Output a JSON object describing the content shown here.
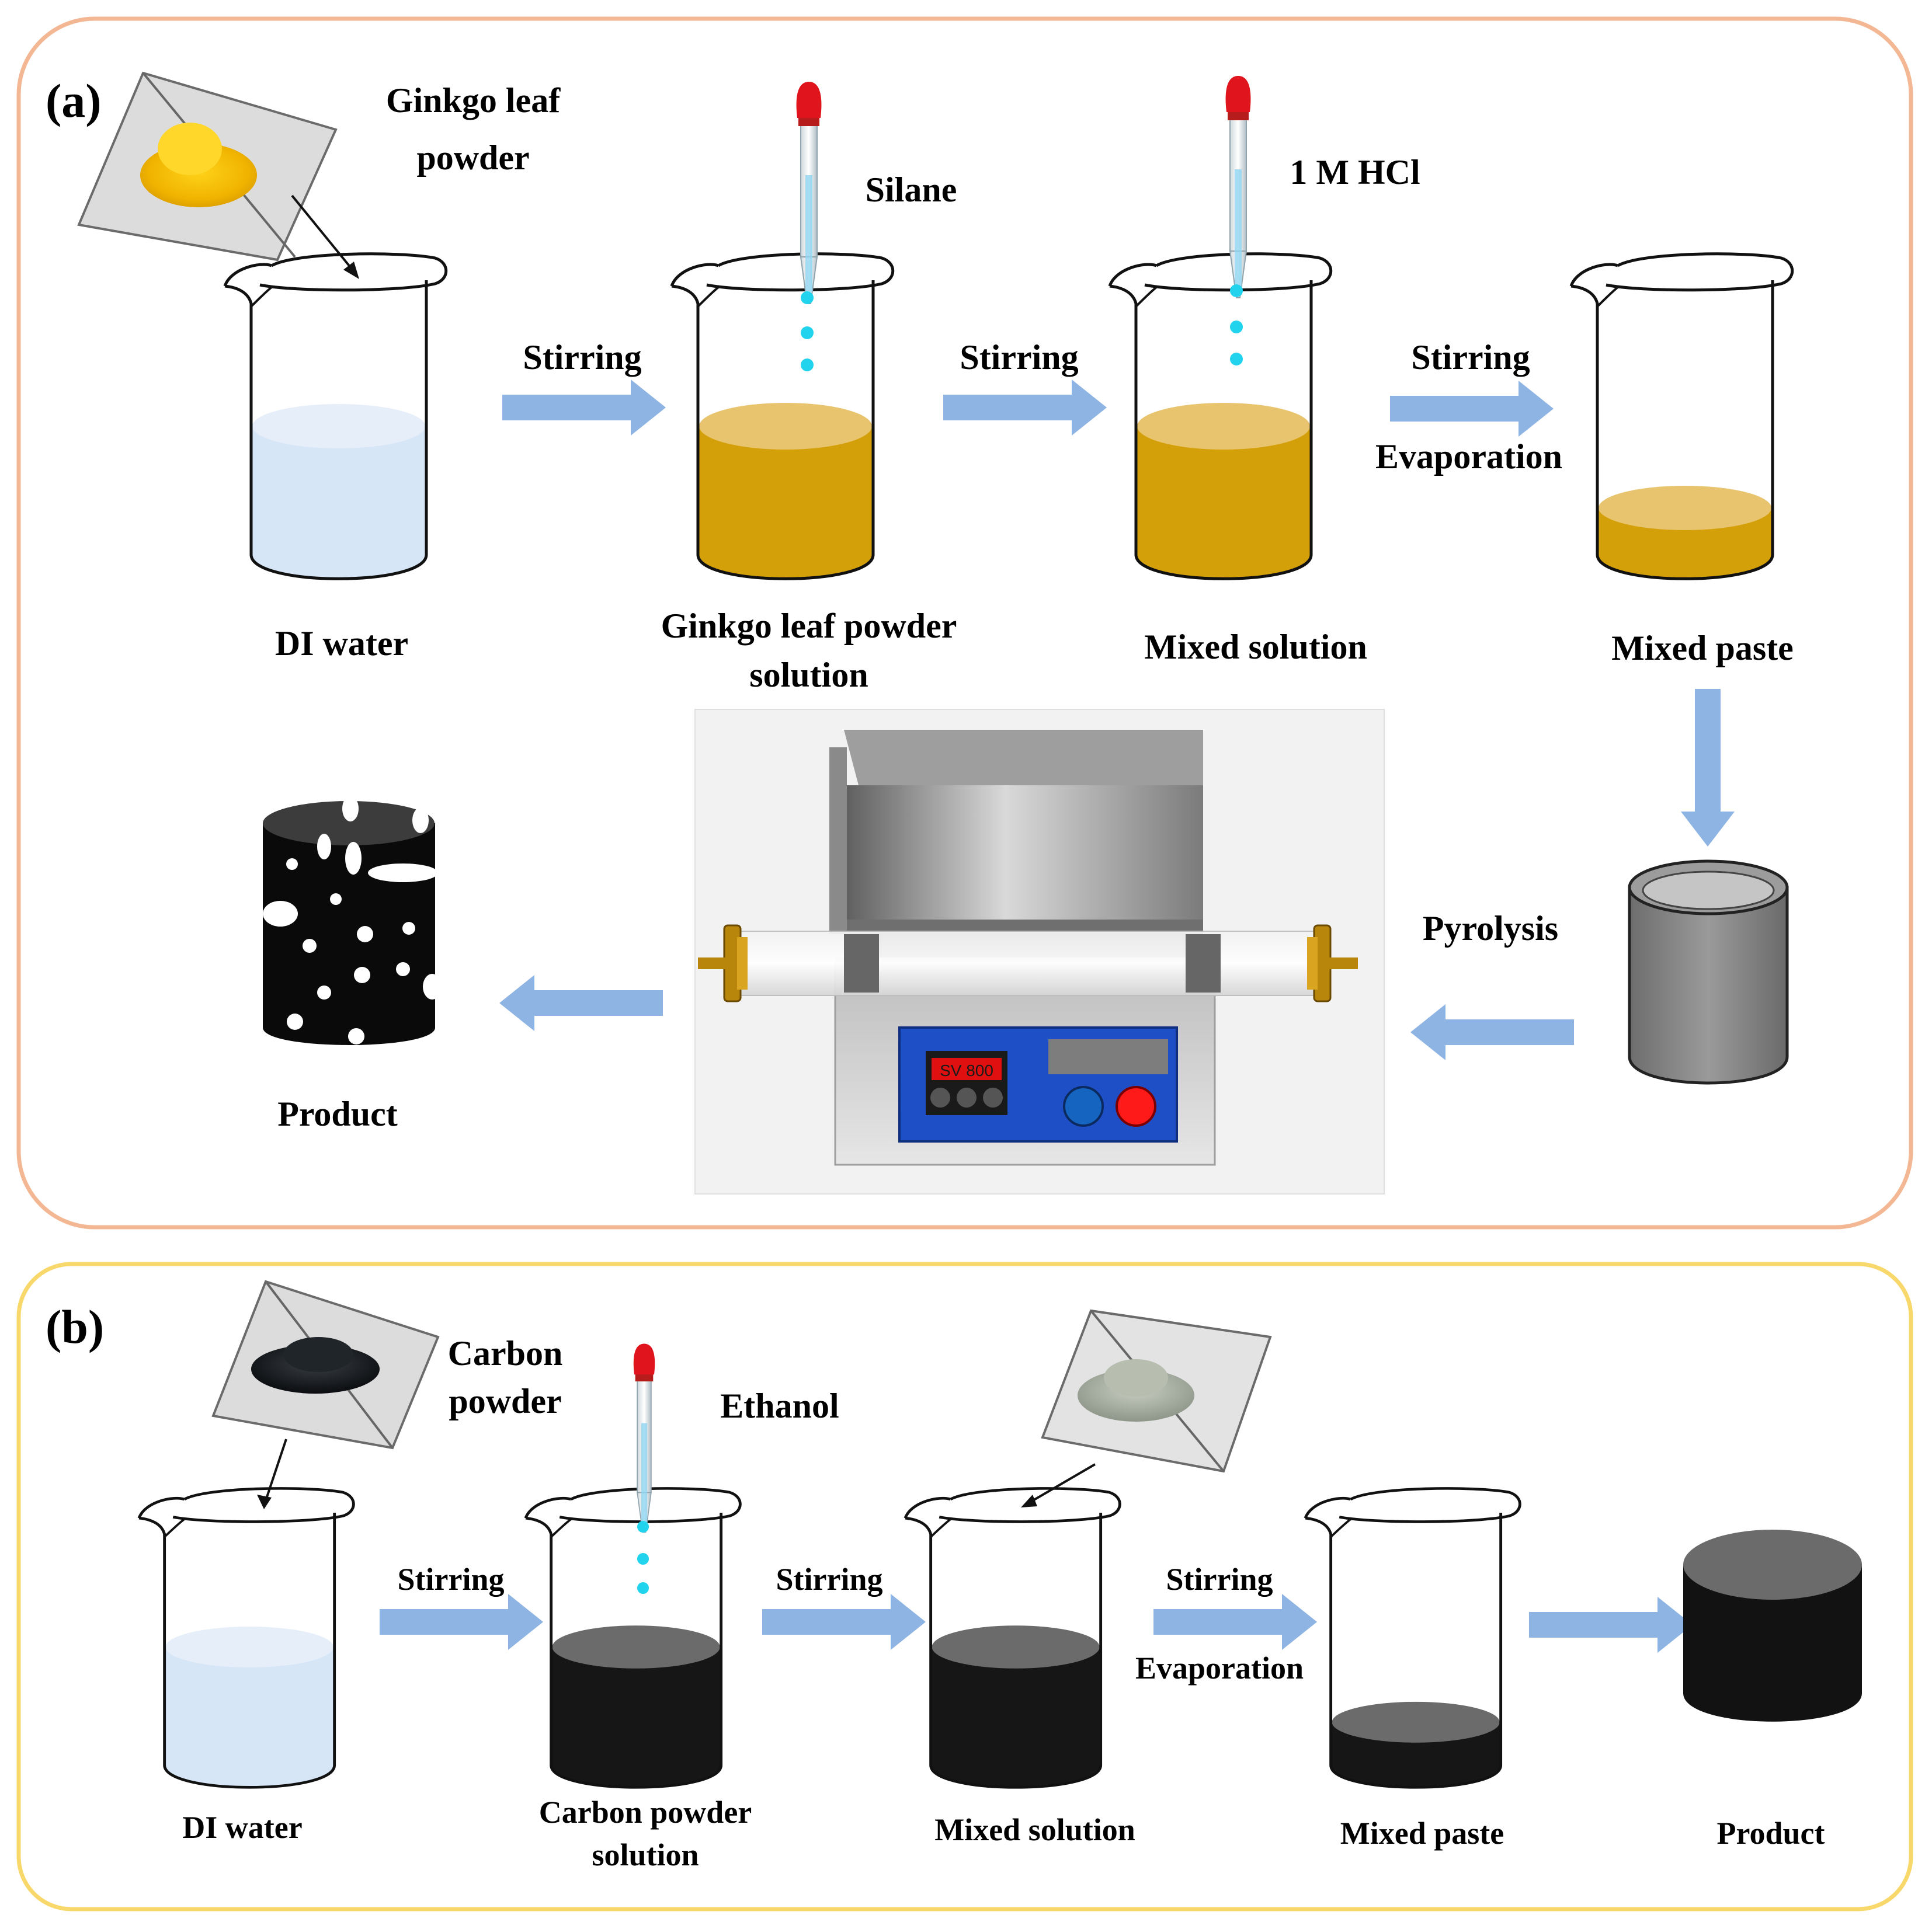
{
  "colors": {
    "panel_a_border": "#f4b793",
    "panel_b_border": "#f9d86b",
    "arrow": "#8eb4e3",
    "water": "#d7e6f6",
    "ginkgo_solution": "#d4a00a",
    "ginkgo_surface": "#e8c46e",
    "carbon_solution": "#161616",
    "carbon_surface": "#6b6b6b",
    "drop": "#22d3ee",
    "dropper_bulb": "#e0141c",
    "furnace_panel": "#1f4fc7",
    "furnace_display": "#e01010"
  },
  "panel_a": {
    "label": "(a)",
    "powder": {
      "label_line1": "Ginkgo leaf",
      "label_line2": "powder",
      "icon": "yellow-powder-on-paper"
    },
    "reagent1": "Silane",
    "reagent2": "1 M HCl",
    "steps": {
      "di_water": "DI water",
      "ginkgo_solution_line1": "Ginkgo leaf powder",
      "ginkgo_solution_line2": "solution",
      "mixed_solution": "Mixed solution",
      "mixed_paste": "Mixed paste",
      "product": "Product"
    },
    "arrows": {
      "stirring1": "Stirring",
      "stirring2": "Stirring",
      "stirring3": "Stirring",
      "evaporation": "Evaporation",
      "pyrolysis": "Pyrolysis"
    },
    "furnace": {
      "display": "SV 800",
      "icon": "tube-furnace"
    }
  },
  "panel_b": {
    "label": "(b)",
    "powder": {
      "label_line1": "Carbon",
      "label_line2": "powder",
      "icon": "black-powder-on-paper"
    },
    "reagent": "Ethanol",
    "additive_icon": "gray-powder-on-paper",
    "steps": {
      "di_water": "DI water",
      "carbon_solution_line1": "Carbon powder",
      "carbon_solution_line2": "solution",
      "mixed_solution": "Mixed solution",
      "mixed_paste": "Mixed paste",
      "product": "Product"
    },
    "arrows": {
      "stirring1": "Stirring",
      "stirring2": "Stirring",
      "stirring3": "Stirring",
      "evaporation": "Evaporation"
    }
  }
}
